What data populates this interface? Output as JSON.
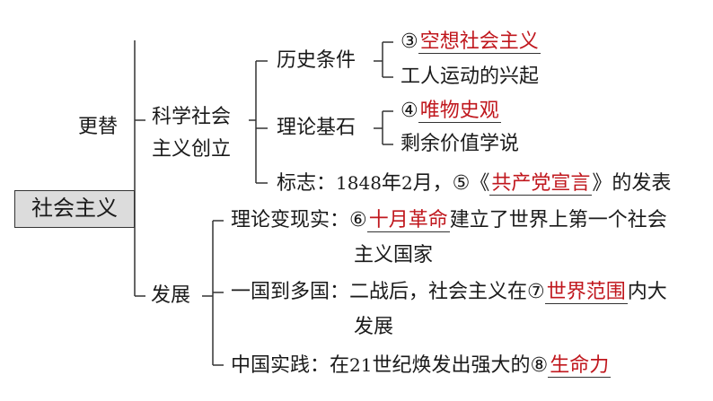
{
  "root": "社会主义",
  "link": "更替",
  "branch1": {
    "label_line1": "科学社会",
    "label_line2": "主义创立",
    "history": {
      "label": "历史条件",
      "item1_num": "③",
      "item1_answer": "空想社会主义",
      "item2": "工人运动的兴起"
    },
    "theory": {
      "label": "理论基石",
      "item1_num": "④",
      "item1_answer": "唯物史观",
      "item2": "剩余价值学说"
    },
    "mark": {
      "prefix": "标志：",
      "year": "1848",
      "year_suffix": "年",
      "month": "2",
      "month_suffix": "月，⑤《",
      "answer": "共产党宣言",
      "suffix": "》的发表"
    }
  },
  "branch2": {
    "label": "发展",
    "theory_to_reality": {
      "prefix": "理论变现实：⑥",
      "answer": "十月革命",
      "suffix": "建立了世界上第一个社会",
      "line2": "主义国家"
    },
    "one_to_many": {
      "prefix": "一国到多国：二战后，社会主义在⑦",
      "answer": "世界范围",
      "suffix": "内大",
      "line2": "发展"
    },
    "china": {
      "prefix": "中国实践：在",
      "century": "21",
      "middle": "世纪焕发出强大的⑧",
      "answer": "生命力"
    }
  }
}
